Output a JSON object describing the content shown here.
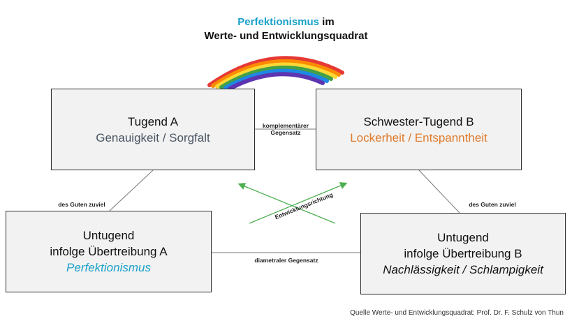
{
  "title": {
    "line1_accent": "Perfektionismus",
    "line1_rest": " im",
    "line2": "Werte- und Entwicklungsquadrat"
  },
  "boxes": {
    "top_left": {
      "heading": "Tugend A",
      "sub": "Genauigkeit / Sorgfalt"
    },
    "top_right": {
      "heading": "Schwester-Tugend B",
      "sub": "Lockerheit / Entspanntheit"
    },
    "bottom_left": {
      "line1": "Untugend",
      "line2": "infolge Übertreibung A",
      "sub": "Perfektionismus"
    },
    "bottom_right": {
      "line1": "Untugend",
      "line2": "infolge Übertreibung B",
      "sub": "Nachlässigkeit  / Schlampigkeit"
    }
  },
  "labels": {
    "complementary_1": "komplementärer",
    "complementary_2": "Gegensatz",
    "too_much_good_left": "des Guten zuviel",
    "too_much_good_right": "des Guten zuviel",
    "diametral": "diametraler Gegensatz",
    "development": "Entwicklungsrichtung"
  },
  "source": "Quelle Werte- und Entwicklungsquadrat: Prof. Dr. F. Schulz von Thun",
  "colors": {
    "accent_blue": "#1aa1c9",
    "orange": "#e07b2c",
    "arrow_green": "#4caf50",
    "line_grey": "#777777"
  },
  "icons": [
    "rainbow-icon"
  ]
}
